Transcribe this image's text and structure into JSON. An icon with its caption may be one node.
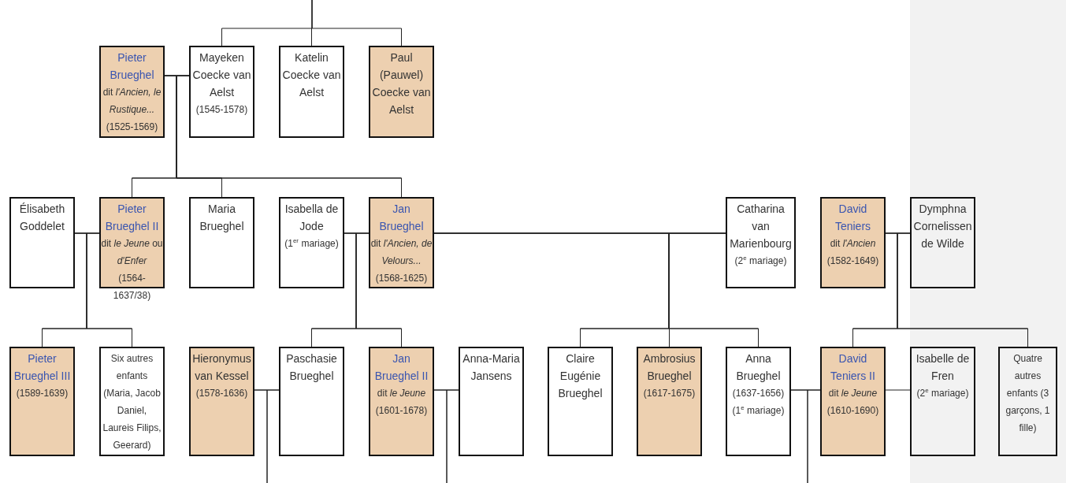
{
  "diagram": {
    "nodes": [
      {
        "text": [
          "Pieter Brueghel",
          "dit *l'Ancien, le Rustique...*",
          "(1525-1569)"
        ]
      },
      {
        "text": [
          "Mayeken Coecke van Aelst",
          "(1545-1578)"
        ]
      },
      {
        "text": [
          "Katelin Coecke van Aelst"
        ]
      },
      {
        "text": [
          "Paul (Pauwel) Coecke van Aelst"
        ]
      },
      {
        "text": [
          "Élisabeth Goddelet"
        ]
      },
      {
        "text": [
          "Pieter Brueghel II",
          "dit *le Jeune* ou *d'Enfer*",
          "(1564-1637/38)"
        ]
      },
      {
        "text": [
          "Maria Brueghel"
        ]
      },
      {
        "text": [
          "Isabella de Jode",
          "(1$^{er}$ mariage)"
        ]
      },
      {
        "text": [
          "Jan Brueghel",
          "dit *l'Ancien, de Velours...*",
          "(1568-1625)"
        ]
      },
      {
        "text": [
          "Catharina van Marienbourg",
          "(2$^{e}$ mariage)"
        ]
      },
      {
        "text": [
          "David Teniers",
          "dit *l'Ancien*",
          "(1582-1649)"
        ]
      },
      {
        "text": [
          "Dymphna Cornelissen de Wilde"
        ]
      },
      {
        "text": [
          "Pieter Brueghel III",
          "(1589-1639)"
        ]
      },
      {
        "text": [
          "Six autres enfants (Maria, Jacob Daniel, Laureis Filips, Geerard)"
        ]
      },
      {
        "text": [
          "Hieronymus van Kessel",
          "(1578-1636)"
        ]
      },
      {
        "text": [
          "Paschasie Brueghel"
        ]
      },
      {
        "text": [
          "Jan Brueghel II",
          "dit *le Jeune*",
          "(1601-1678)"
        ]
      },
      {
        "text": [
          "Anna-Maria Jansens"
        ]
      },
      {
        "text": [
          "Claire Eugénie Brueghel"
        ]
      },
      {
        "text": [
          "Ambrosius Brueghel",
          "(1617-1675)"
        ]
      },
      {
        "text": [
          "Anna Brueghel",
          "(1637-1656)",
          "(1$^{e}$ mariage)"
        ]
      },
      {
        "text": [
          "David Teniers II",
          "dit *le Jeune*",
          "(1610-1690)"
        ]
      },
      {
        "text": [
          "Isabelle de Fren",
          "(2$^{e}$ mariage)"
        ]
      },
      {
        "text": [
          "Quatre autres enfants (3 garçons, 1 fille)"
        ]
      }
    ],
    "edges": [
      {
        "from": null,
        "to": 1,
        "arrow": "none"
      },
      {
        "from": null,
        "to": 2,
        "arrow": "none"
      },
      {
        "from": null,
        "to": 3,
        "arrow": "none"
      },
      {
        "from": 0,
        "to": 1,
        "arrow": "none"
      },
      {
        "from": 0,
        "to": 5,
        "arrow": "none"
      },
      {
        "from": 0,
        "to": 6,
        "arrow": "none"
      },
      {
        "from": 0,
        "to": 8,
        "arrow": "none"
      },
      {
        "from": 1,
        "to": 5,
        "arrow": "none"
      },
      {
        "from": 1,
        "to": 6,
        "arrow": "none"
      },
      {
        "from": 1,
        "to": 8,
        "arrow": "none"
      },
      {
        "from": 4,
        "to": 5,
        "arrow": "none"
      },
      {
        "from": 4,
        "to": 12,
        "arrow": "none"
      },
      {
        "from": 4,
        "to": 13,
        "arrow": "none"
      },
      {
        "from": 5,
        "to": 12,
        "arrow": "none"
      },
      {
        "from": 5,
        "to": 13,
        "arrow": "none"
      },
      {
        "from": 7,
        "to": 8,
        "arrow": "none"
      },
      {
        "from": 7,
        "to": 15,
        "arrow": "none"
      },
      {
        "from": 7,
        "to": 16,
        "arrow": "none"
      },
      {
        "from": 8,
        "to": 15,
        "arrow": "none"
      },
      {
        "from": 8,
        "to": 16,
        "arrow": "none"
      },
      {
        "from": 8,
        "to": 9,
        "arrow": "none"
      },
      {
        "from": 8,
        "to": 18,
        "arrow": "none"
      },
      {
        "from": 8,
        "to": 19,
        "arrow": "none"
      },
      {
        "from": 8,
        "to": 20,
        "arrow": "none"
      },
      {
        "from": 9,
        "to": 18,
        "arrow": "none"
      },
      {
        "from": 9,
        "to": 19,
        "arrow": "none"
      },
      {
        "from": 9,
        "to": 20,
        "arrow": "none"
      },
      {
        "from": 10,
        "to": 11,
        "arrow": "none"
      },
      {
        "from": 10,
        "to": 21,
        "arrow": "none"
      },
      {
        "from": 10,
        "to": 23,
        "arrow": "none"
      },
      {
        "from": 11,
        "to": 21,
        "arrow": "none"
      },
      {
        "from": 11,
        "to": 23,
        "arrow": "none"
      },
      {
        "from": 14,
        "to": 15,
        "arrow": "none"
      },
      {
        "from": 14,
        "to": null,
        "arrow": "none"
      },
      {
        "from": 15,
        "to": null,
        "arrow": "none"
      },
      {
        "from": 16,
        "to": 17,
        "arrow": "none"
      },
      {
        "from": 16,
        "to": null,
        "arrow": "none"
      },
      {
        "from": 17,
        "to": null,
        "arrow": "none"
      },
      {
        "from": 20,
        "to": 21,
        "arrow": "none"
      },
      {
        "from": 20,
        "to": null,
        "arrow": "none"
      },
      {
        "from": 21,
        "to": null,
        "arrow": "none"
      },
      {
        "from": 21,
        "to": 22,
        "arrow": "none"
      }
    ]
  }
}
